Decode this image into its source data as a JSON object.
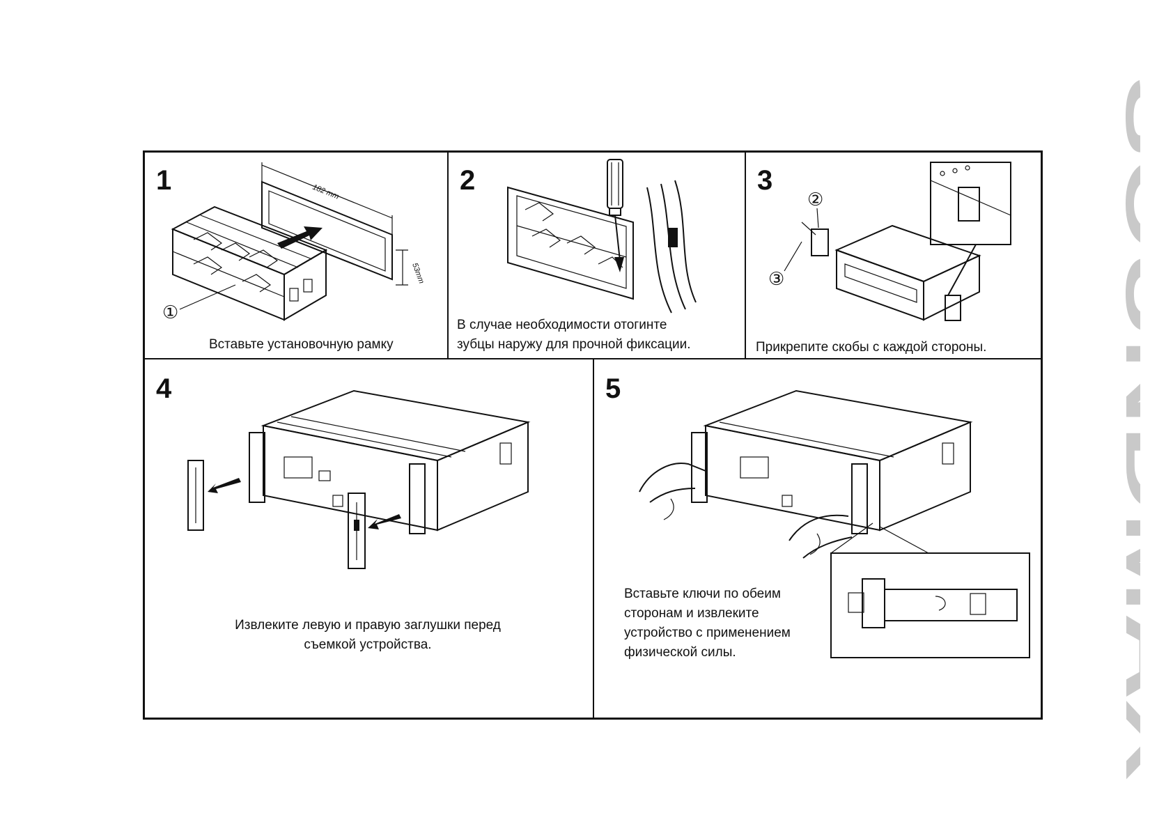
{
  "brand": {
    "text": "SOUNDMAX"
  },
  "steps": [
    {
      "number": "1",
      "caption": "Вставьте установочную рамку",
      "callout": "①",
      "dim_width": "182 mm",
      "dim_height": "53mm"
    },
    {
      "number": "2",
      "caption_lines": [
        "В случае необходимости отогинте",
        "зубцы наружу для прочной фиксации."
      ]
    },
    {
      "number": "3",
      "caption": "Прикрепите скобы с каждой стороны.",
      "callout_bracket": "②",
      "callout_screw": "③"
    },
    {
      "number": "4",
      "caption_lines": [
        "Извлеките левую и правую заглушки перед",
        "съемкой  устройства."
      ]
    },
    {
      "number": "5",
      "caption_lines": [
        "Вставьте ключи по обеим",
        "сторонам и извлеките",
        "устройство с применением",
        "физической силы."
      ]
    }
  ],
  "colors": {
    "line": "#111111",
    "brand": "#c9c9c9",
    "background": "#ffffff"
  }
}
